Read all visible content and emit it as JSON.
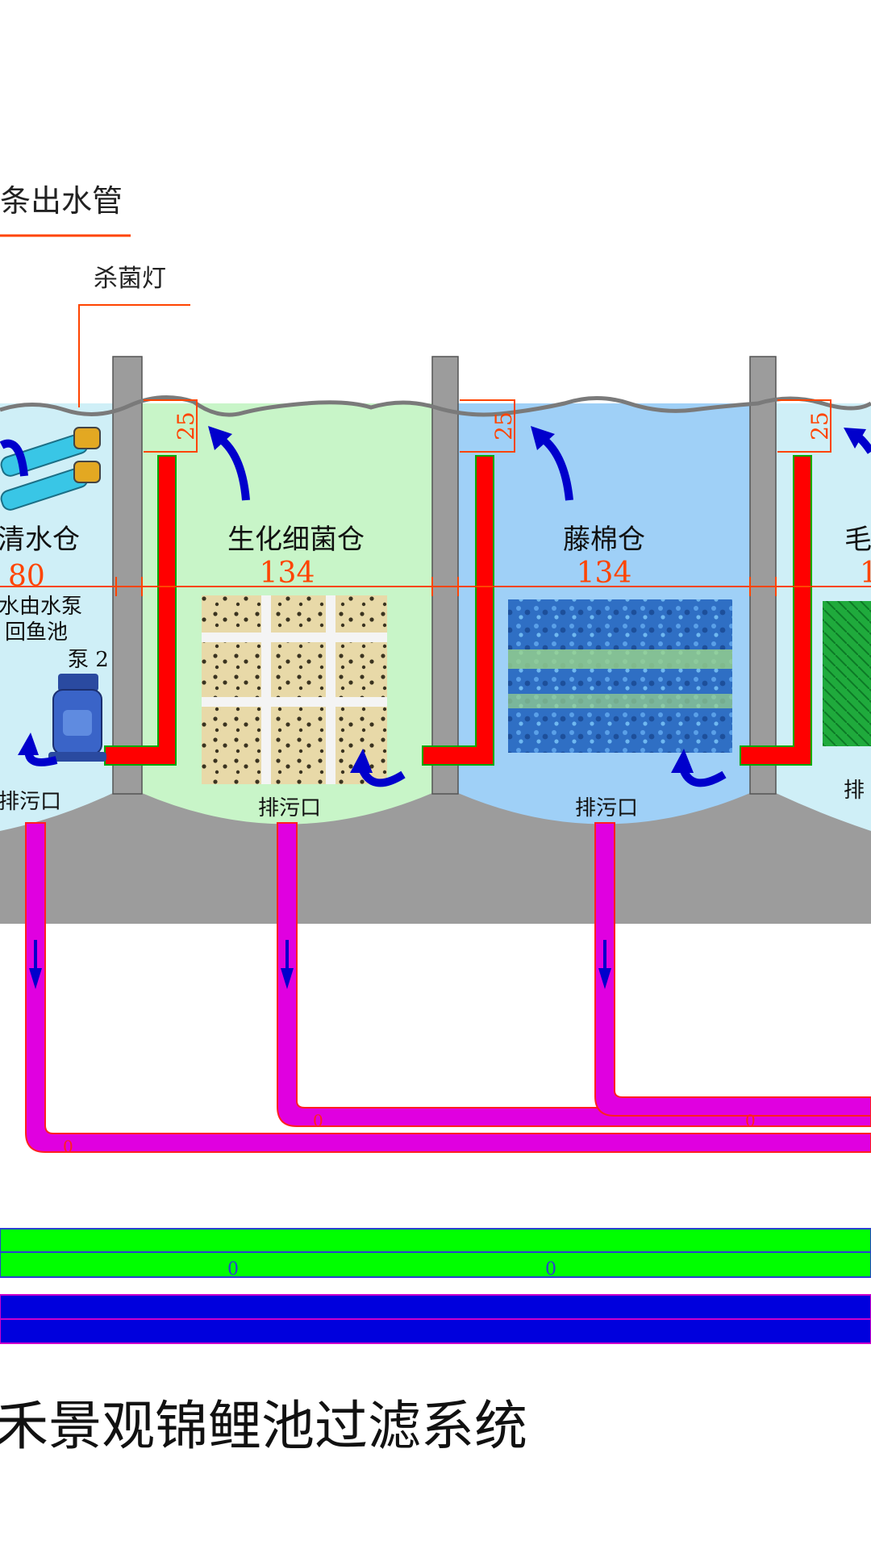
{
  "header": {
    "outlet_pipe_label": "条出水管",
    "uv_lamp_label": "杀菌灯"
  },
  "chambers": [
    {
      "name": "清水仓",
      "width_dim": "80",
      "note_line1": "水由水泵",
      "note_line2": "回鱼池",
      "pump_label": "泵 2",
      "drain_label": "排污口",
      "water_color": "#cfeff7"
    },
    {
      "name": "生化细菌仓",
      "width_dim": "134",
      "drain_label": "排污口",
      "water_color": "#c8f5c8"
    },
    {
      "name": "藤棉仓",
      "width_dim": "134",
      "drain_label": "排污口",
      "water_color": "#9fd0f7"
    },
    {
      "name": "毛",
      "width_dim": "1",
      "drain_label": "排",
      "water_color": "#cfeff7"
    }
  ],
  "riser_dim": "25",
  "pipe_marks": [
    "0",
    "0",
    "0",
    "0"
  ],
  "footer": {
    "title": "禾景观锦鲤池过滤系统"
  },
  "colors": {
    "wall": "#9c9c9c",
    "riser_pipe": "#ff0000",
    "drain_pipe": "#e000e0",
    "green_pipe": "#00ff00",
    "blue_pipe": "#0000dd",
    "flow_arrow": "#0000cc",
    "dimension": "#ff4400"
  },
  "icons": [
    "blue-flow-arrow-icon",
    "uv-lamp-tubes-icon",
    "submersible-pump-icon",
    "down-arrow-icon"
  ]
}
